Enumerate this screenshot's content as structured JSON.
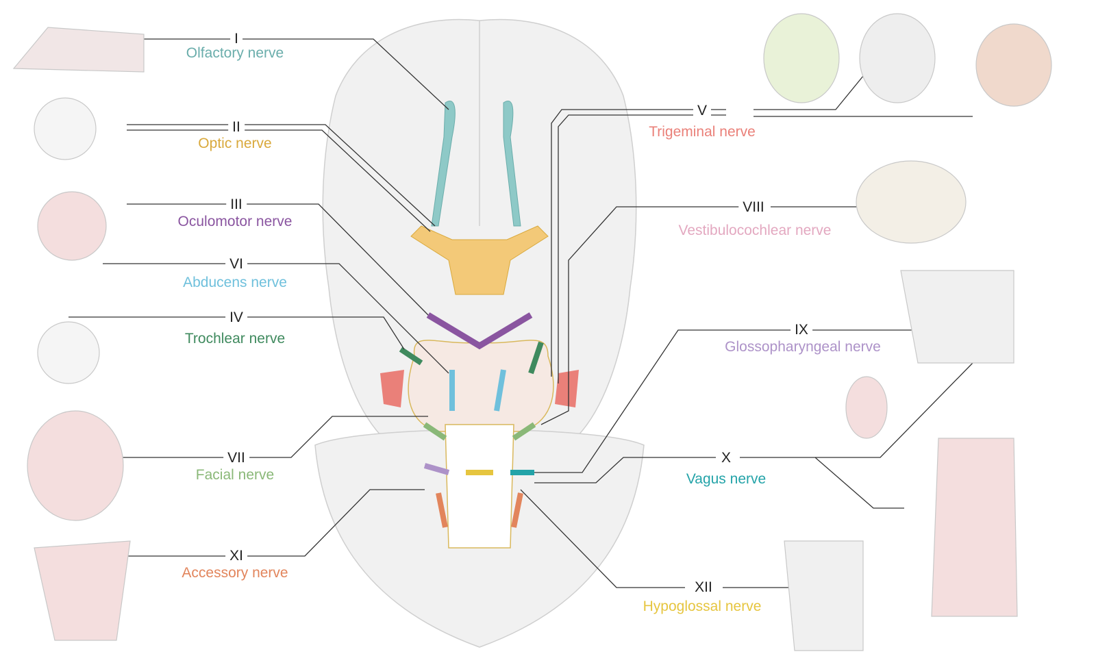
{
  "title": "Cranial nerves",
  "colors": {
    "line": "#333333",
    "brain": "#eeeeee",
    "brain_stroke": "#cfcfcf",
    "olfactory": "#6aadab",
    "optic": "#d9a93c",
    "oculomotor": "#8a55a0",
    "abducens": "#6fc0dc",
    "trochlear": "#3f8a5e",
    "facial": "#8ab878",
    "accessory": "#e2855c",
    "trigeminal": "#ea8079",
    "vestibulocochlear": "#e3a8c0",
    "glossopharyngeal": "#ad92c8",
    "vagus": "#23a3a8",
    "hypoglossal": "#e6c53f"
  },
  "nerves": [
    {
      "numeral": "I",
      "name": "Olfactory nerve"
    },
    {
      "numeral": "II",
      "name": "Optic nerve"
    },
    {
      "numeral": "III",
      "name": "Oculomotor nerve"
    },
    {
      "numeral": "IV",
      "name": "Trochlear nerve"
    },
    {
      "numeral": "V",
      "name": "Trigeminal nerve"
    },
    {
      "numeral": "VI",
      "name": "Abducens nerve"
    },
    {
      "numeral": "VII",
      "name": "Facial nerve"
    },
    {
      "numeral": "VIII",
      "name": "Vestibulocochlear nerve"
    },
    {
      "numeral": "IX",
      "name": "Glossopharyngeal nerve"
    },
    {
      "numeral": "X",
      "name": "Vagus nerve"
    },
    {
      "numeral": "XI",
      "name": "Accessory nerve"
    },
    {
      "numeral": "XII",
      "name": "Hypoglossal nerve"
    }
  ]
}
